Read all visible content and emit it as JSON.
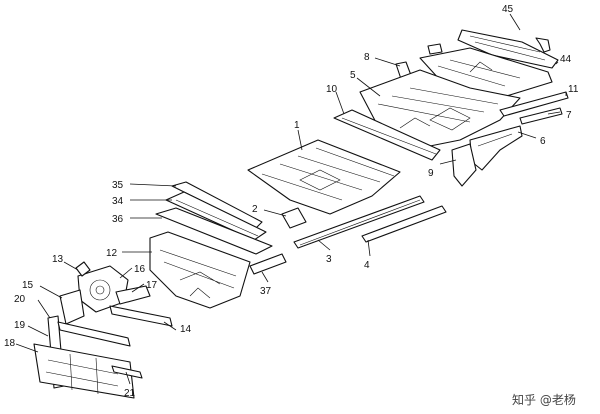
{
  "labels": {
    "n45": "45",
    "n44": "44",
    "n8": "8",
    "n5": "5",
    "n10": "10",
    "n11": "11",
    "n7": "7",
    "n6": "6",
    "n9": "9",
    "n1": "1",
    "n35": "35",
    "n34": "34",
    "n36": "36",
    "n2": "2",
    "n12": "12",
    "n3": "3",
    "n4": "4",
    "n37": "37",
    "n13": "13",
    "n16": "16",
    "n15": "15",
    "n17": "17",
    "n20": "20",
    "n14": "14",
    "n19": "19",
    "n18": "18",
    "n21": "21"
  },
  "watermark": "知乎 @老杨"
}
